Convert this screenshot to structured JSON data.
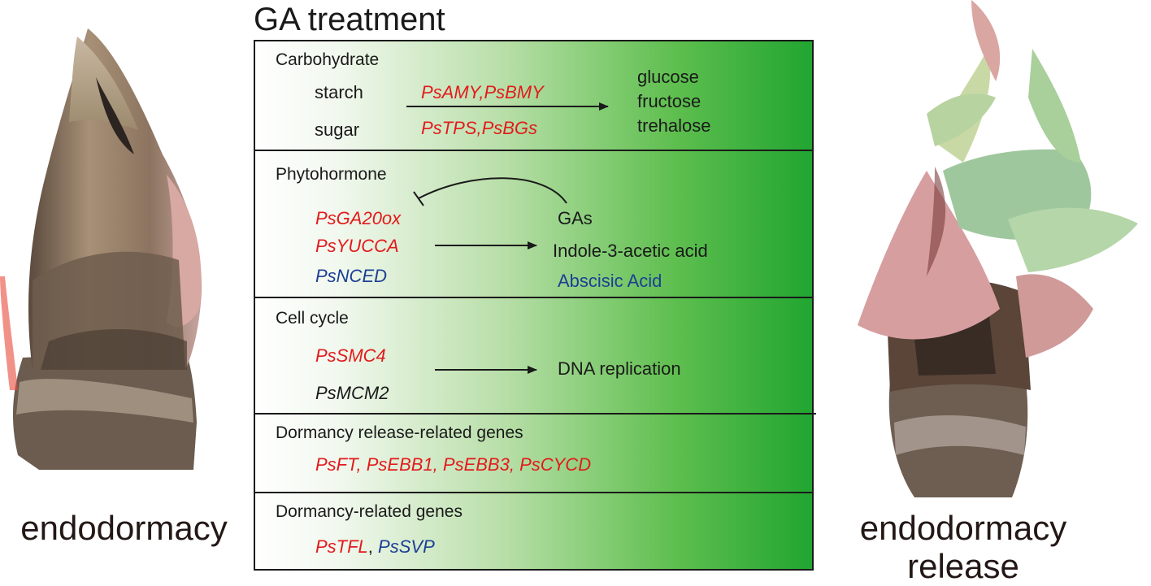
{
  "title": "GA treatment",
  "left_caption": "endodormacy",
  "right_caption": {
    "line1": "endodormacy",
    "line2": "release"
  },
  "carbohydrate": {
    "heading": "Carbohydrate",
    "inputs": [
      "starch",
      "sugar"
    ],
    "genes_top": "PsAMY,PsBMY",
    "genes_bottom": "PsTPS,PsBGs",
    "outputs": [
      "glucose",
      "fructose",
      "trehalose"
    ]
  },
  "phytohormone": {
    "heading": "Phytohormone",
    "genes": [
      "PsGA20ox",
      "PsYUCCA",
      "PsNCED"
    ],
    "outputs": [
      "GAs",
      "Indole-3-acetic acid",
      "Abscisic Acid"
    ]
  },
  "cell_cycle": {
    "heading": "Cell cycle",
    "genes": [
      "PsSMC4",
      "PsMCM2"
    ],
    "output": "DNA replication"
  },
  "dormancy_release": {
    "heading": "Dormancy release-related genes",
    "genes": "PsFT, PsEBB1, PsEBB3, PsCYCD"
  },
  "dormancy": {
    "heading": "Dormancy-related genes",
    "gene_red": "PsTFL",
    "separator": ",",
    "gene_blue": "PsSVP"
  },
  "colors": {
    "upregulated": "#e31a1c",
    "downregulated": "#1c3f95",
    "gradient_end": "#22a531"
  }
}
